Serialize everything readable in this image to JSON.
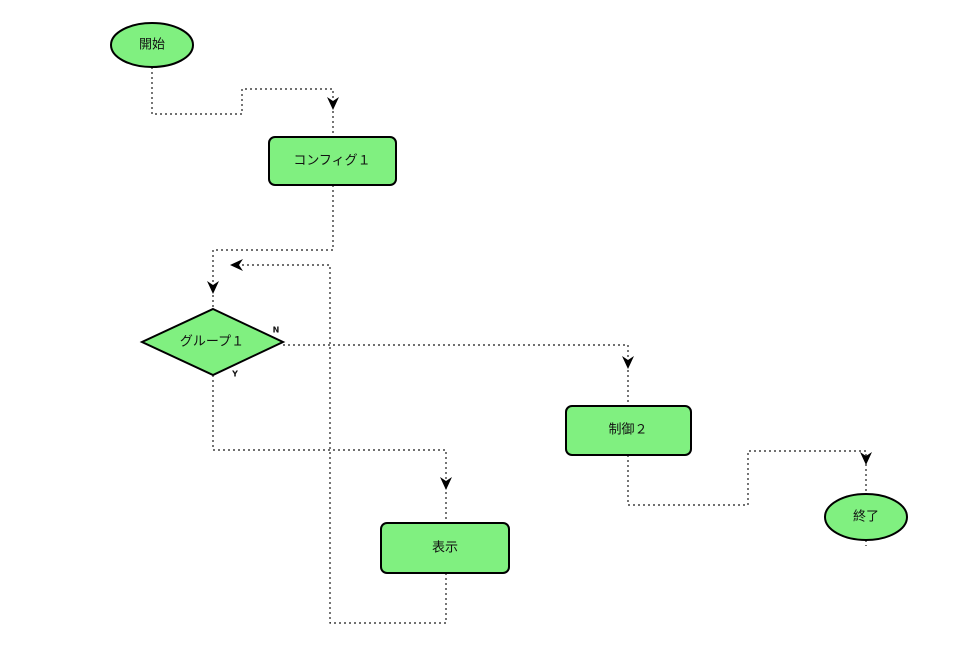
{
  "diagram": {
    "type": "flowchart",
    "colors": {
      "node_fill": "#80f080",
      "node_stroke": "#000000",
      "connector": "#1a1a1a"
    },
    "nodes": {
      "start": {
        "label": "開始",
        "shape": "ellipse"
      },
      "config1": {
        "label": "コンフィグ１",
        "shape": "rounded-rect"
      },
      "group1": {
        "label": "グループ１",
        "shape": "diamond"
      },
      "display": {
        "label": "表示",
        "shape": "rounded-rect"
      },
      "control2": {
        "label": "制御２",
        "shape": "rounded-rect"
      },
      "end": {
        "label": "終了",
        "shape": "ellipse"
      }
    },
    "branch_labels": {
      "no": "N",
      "yes": "Y"
    },
    "edges": [
      {
        "from": "start",
        "to": "config1",
        "style": "dotted",
        "arrow": true
      },
      {
        "from": "config1",
        "to": "group1",
        "style": "dotted",
        "arrow": true
      },
      {
        "from": "group1",
        "to": "display",
        "branch": "Y",
        "style": "dotted",
        "arrow": true
      },
      {
        "from": "display",
        "to": "group1",
        "style": "dotted",
        "arrow": true,
        "kind": "loop-back"
      },
      {
        "from": "group1",
        "to": "control2",
        "branch": "N",
        "style": "dotted",
        "arrow": true
      },
      {
        "from": "control2",
        "to": "end",
        "style": "dotted",
        "arrow": true
      }
    ]
  }
}
